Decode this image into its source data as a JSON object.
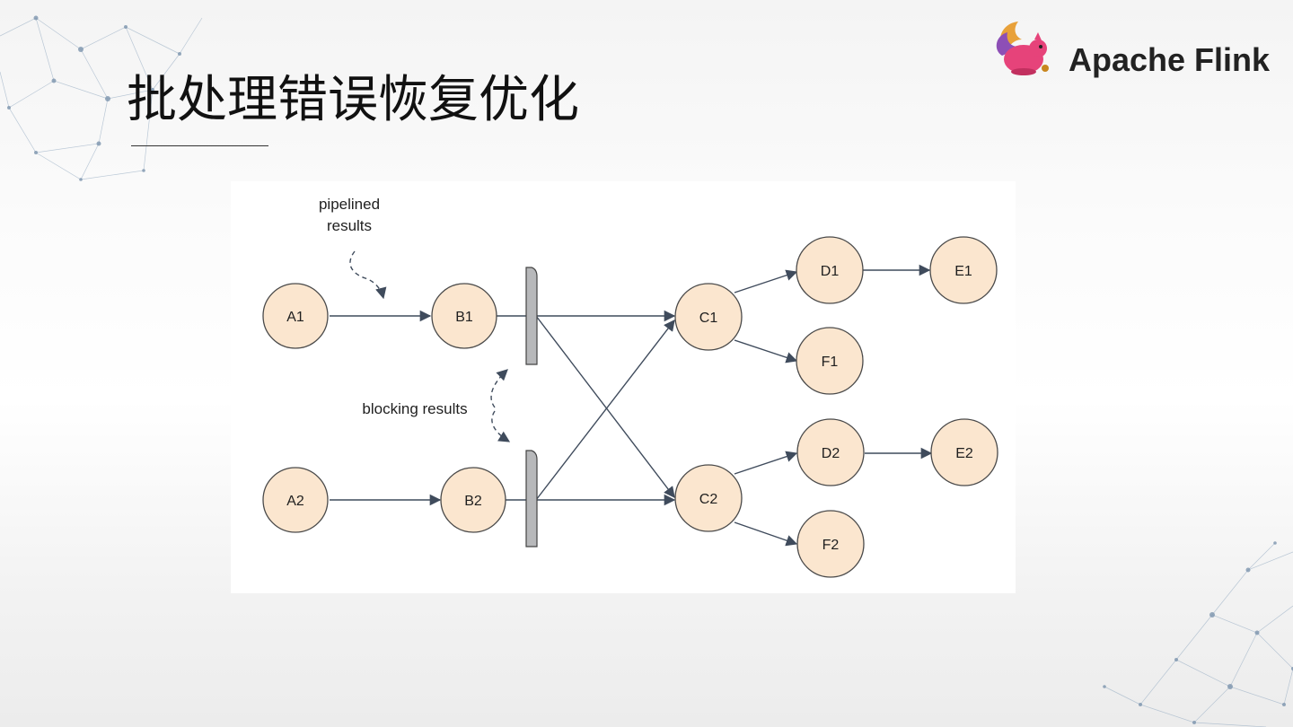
{
  "title": "批处理错误恢复优化",
  "brand": {
    "name": "Apache Flink",
    "logo_icon": "flink-squirrel-logo-icon"
  },
  "annotations": {
    "pipelined_line1": "pipelined",
    "pipelined_line2": "results",
    "blocking": "blocking results"
  },
  "nodes": [
    "A1",
    "B1",
    "C1",
    "D1",
    "E1",
    "F1",
    "A2",
    "B2",
    "C2",
    "D2",
    "E2",
    "F2"
  ],
  "edges": [
    [
      "A1",
      "B1"
    ],
    [
      "B1",
      "C1"
    ],
    [
      "B1",
      "C2"
    ],
    [
      "C1",
      "D1"
    ],
    [
      "C1",
      "F1"
    ],
    [
      "D1",
      "E1"
    ],
    [
      "A2",
      "B2"
    ],
    [
      "B2",
      "C2"
    ],
    [
      "B2",
      "C1"
    ],
    [
      "C2",
      "D2"
    ],
    [
      "C2",
      "F2"
    ],
    [
      "D2",
      "E2"
    ]
  ],
  "colors": {
    "node_fill": "#fbe6cf",
    "edge": "#3f4b5c",
    "barrier": "#b7b8ba"
  }
}
